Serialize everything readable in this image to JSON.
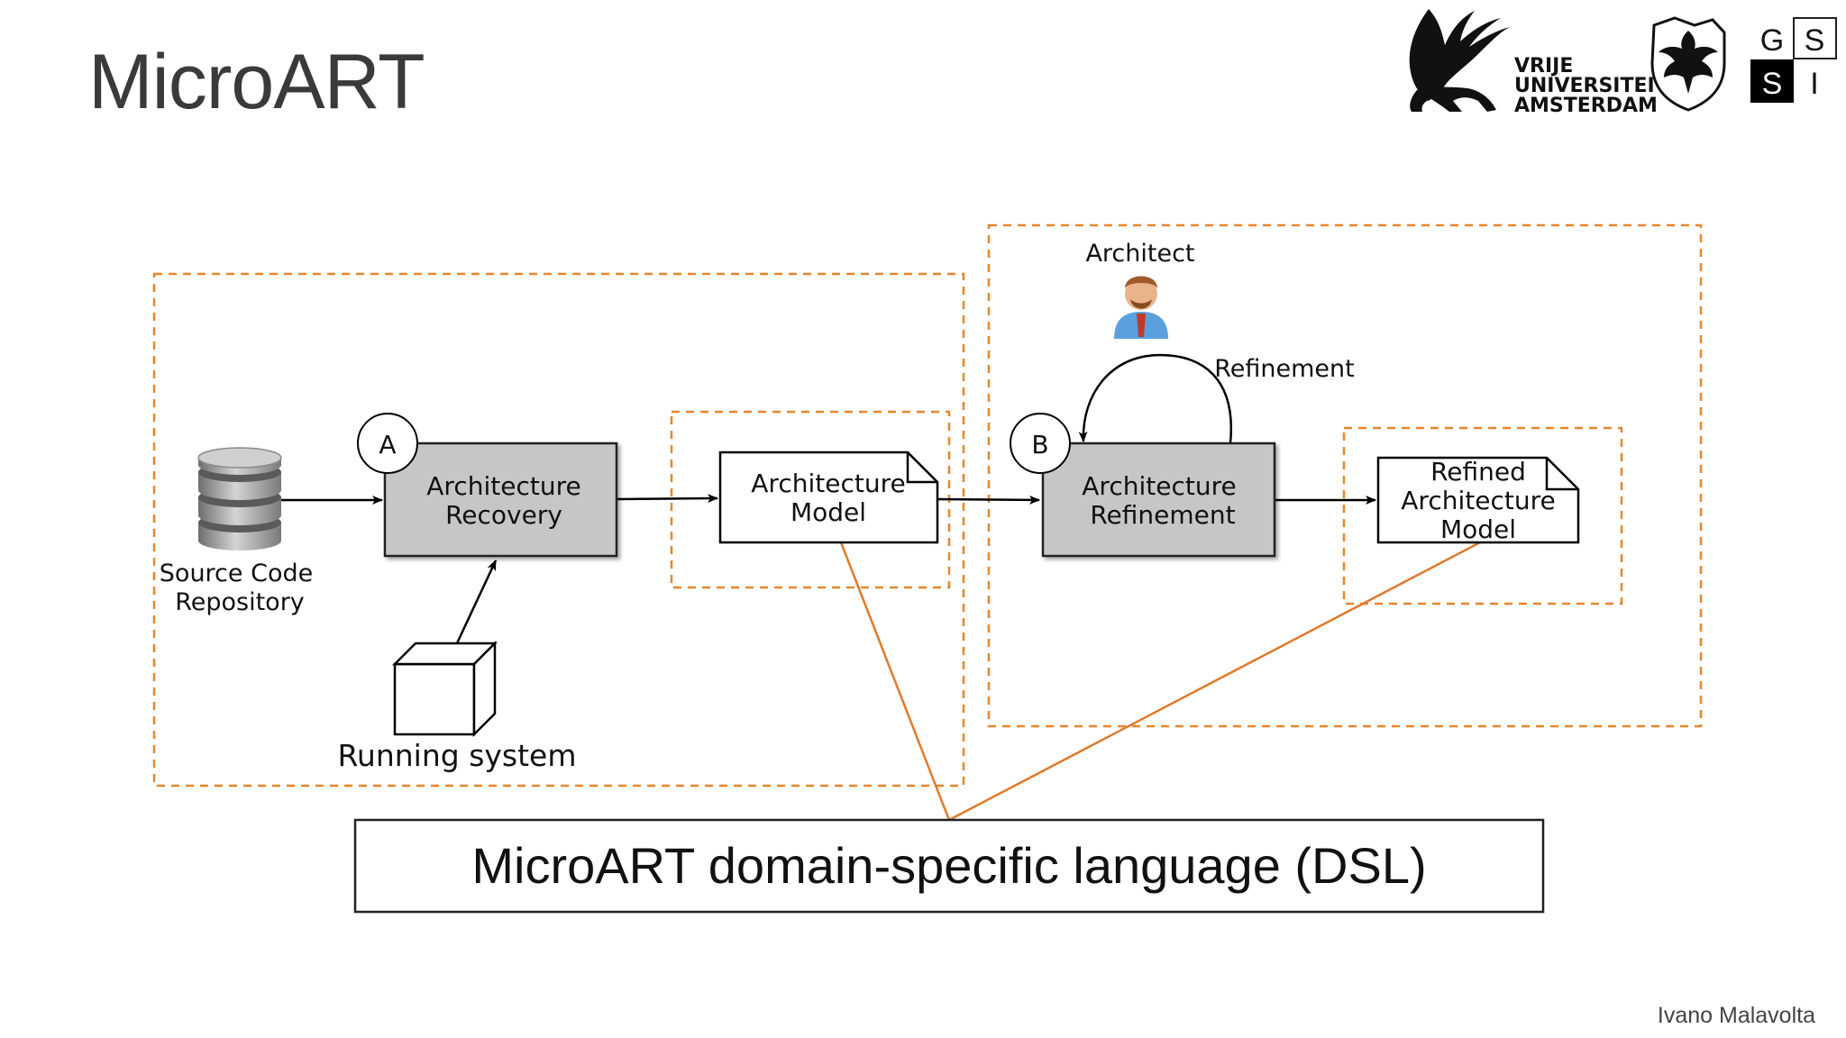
{
  "slide": {
    "title": "MicroART",
    "author": "Ivano Malavolta"
  },
  "logos": {
    "vu": {
      "line1": "VRIJE",
      "line2": "UNIVERSITEIT",
      "line3": "AMSTERDAM"
    },
    "gssi": [
      "G",
      "S",
      "S",
      "I"
    ]
  },
  "diagram": {
    "source_repo": {
      "line1": "Source Code",
      "line2": "Repository",
      "icon": "database-icon"
    },
    "running_system": {
      "label": "Running system",
      "icon": "cube-icon"
    },
    "step_a": {
      "badge": "A",
      "line1": "Architecture",
      "line2": "Recovery"
    },
    "arch_model": {
      "line1": "Architecture",
      "line2": "Model"
    },
    "architect": {
      "label": "Architect",
      "icon": "person-icon"
    },
    "refinement_loop": {
      "label": "Refinement"
    },
    "step_b": {
      "badge": "B",
      "line1": "Architecture",
      "line2": "Refinement"
    },
    "refined_model": {
      "line1": "Refined",
      "line2": "Architecture",
      "line3": "Model"
    },
    "dsl": {
      "label": "MicroART domain-specific language (DSL)"
    }
  },
  "colors": {
    "dashed_border": "#e8862c",
    "process_box": "#c6c6c9",
    "connector": "#e07a2a",
    "text": "#111111"
  }
}
